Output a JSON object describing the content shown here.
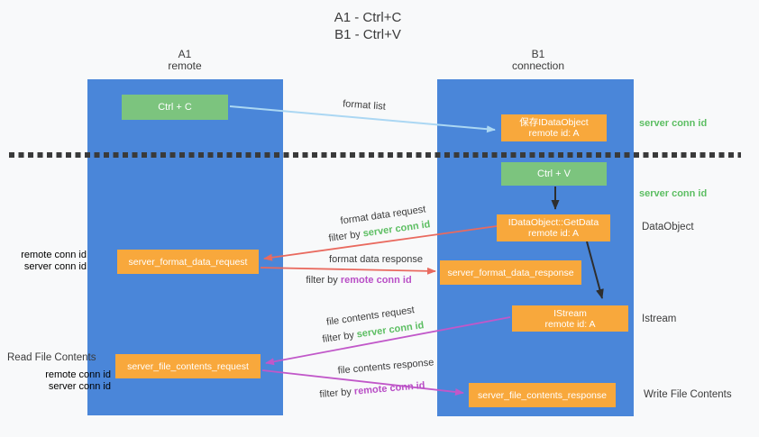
{
  "title": {
    "line1": "A1 - Ctrl+C",
    "line2": "B1 - Ctrl+V"
  },
  "lanes": {
    "left": {
      "name": "A1",
      "subtitle": "remote"
    },
    "right": {
      "name": "B1",
      "subtitle": "connection"
    }
  },
  "nodes": {
    "ctrl_c": "Ctrl + C",
    "save_idataobject": {
      "title": "保存IDataObject",
      "subtitle": "remote id: A"
    },
    "ctrl_v": "Ctrl + V",
    "getdata": {
      "title": "IDataObject::GetData",
      "subtitle": "remote id: A"
    },
    "server_format_data_request": "server_format_data_request",
    "server_format_data_response": "server_format_data_response",
    "istream": {
      "title": "IStream",
      "subtitle": "remote id: A"
    },
    "server_file_contents_request": "server_file_contents_request",
    "server_file_contents_response": "server_file_contents_response"
  },
  "arrow_labels": {
    "format_list": "format list",
    "format_data_request": "format data request",
    "format_data_response": "format data response",
    "file_contents_request": "file contents request",
    "file_contents_response": "file contents response",
    "filter_by": "filter by ",
    "server_conn_id": "server conn id",
    "remote_conn_id": "remote conn id"
  },
  "side_labels": {
    "server_conn_id": "server conn id",
    "remote_conn_id": "remote conn id",
    "dataobject": "DataObject",
    "istream": "Istream",
    "read_file_contents": "Read File Contents",
    "write_file_contents": "Write File Contents"
  },
  "colors": {
    "lane_blue": "#4A86D9",
    "node_green": "#7CC47E",
    "node_orange": "#F8A83C",
    "server_conn_green": "#5CBE62",
    "remote_conn_purple": "#B94FC6",
    "arrow_red": "#E96A5F",
    "arrow_light_blue": "#ABD7F3",
    "arrow_purple": "#C158C9",
    "arrow_black": "#2E2E2E",
    "separator_dark": "#3A3A3A",
    "text_dark": "#3B3B3B"
  }
}
